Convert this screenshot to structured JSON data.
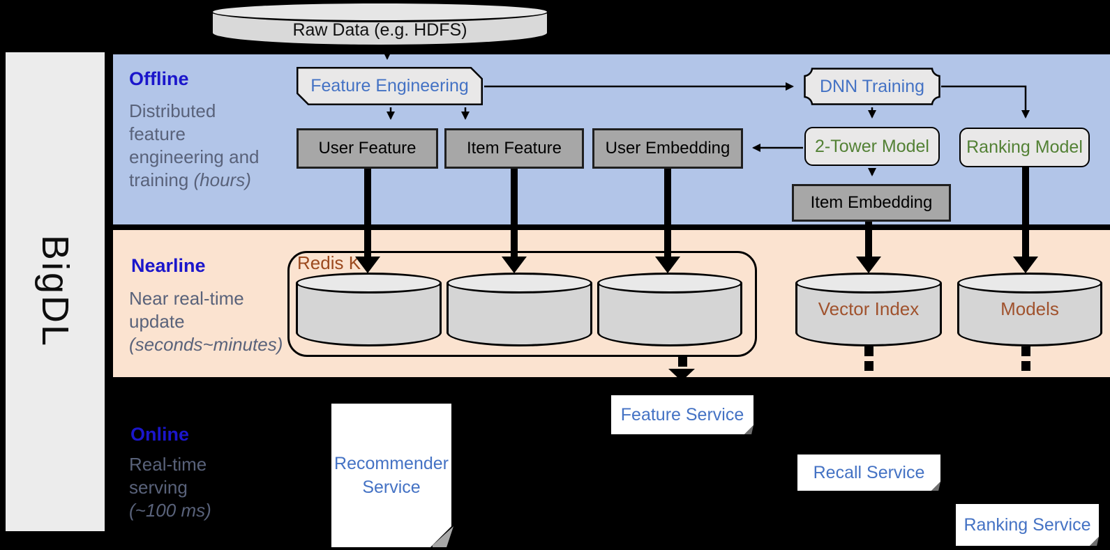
{
  "brand": {
    "label": "BigDL"
  },
  "raw_data_label": "Raw Data (e.g. HDFS)",
  "sections": {
    "offline": {
      "title": "Offline",
      "line1": "Distributed",
      "line2": "feature",
      "line3": "engineering and",
      "line4_normal": "training ",
      "line4_italic": "(hours)"
    },
    "nearline": {
      "title": "Nearline",
      "line1": "Near real-time",
      "line2": "update",
      "line3_italic": "(seconds~minutes)"
    },
    "online": {
      "title": "Online",
      "line1": "Real-time",
      "line2": "serving",
      "line3_italic": "(~100 ms)"
    }
  },
  "nodes": {
    "feature_engineering": "Feature Engineering",
    "dnn_training": "DNN Training",
    "user_feature": "User Feature",
    "item_feature": "Item Feature",
    "user_embedding": "User Embedding",
    "two_tower_model": "2-Tower Model",
    "ranking_model": "Ranking Model",
    "item_embedding": "Item Embedding",
    "redis_kv": "Redis KV",
    "vector_index": "Vector Index",
    "models": "Models",
    "recommender_service": "Recommender Service",
    "feature_service": "Feature Service",
    "recall_service": "Recall Service",
    "ranking_service": "Ranking Service"
  },
  "colors": {
    "offline_band": "#b2c5e8",
    "nearline_band": "#fbe3d0",
    "online_background": "#000000",
    "section_title_blue": "#1b16cb",
    "description_gray": "#59627a",
    "blue_node_text": "#4472c4",
    "green_node_text": "#538135",
    "brown_node_text": "#9c4a1f",
    "dark_box_fill": "#a7a7a7",
    "light_box_fill": "#e9e8e8",
    "cylinder_fill": "#d5d5d5"
  }
}
